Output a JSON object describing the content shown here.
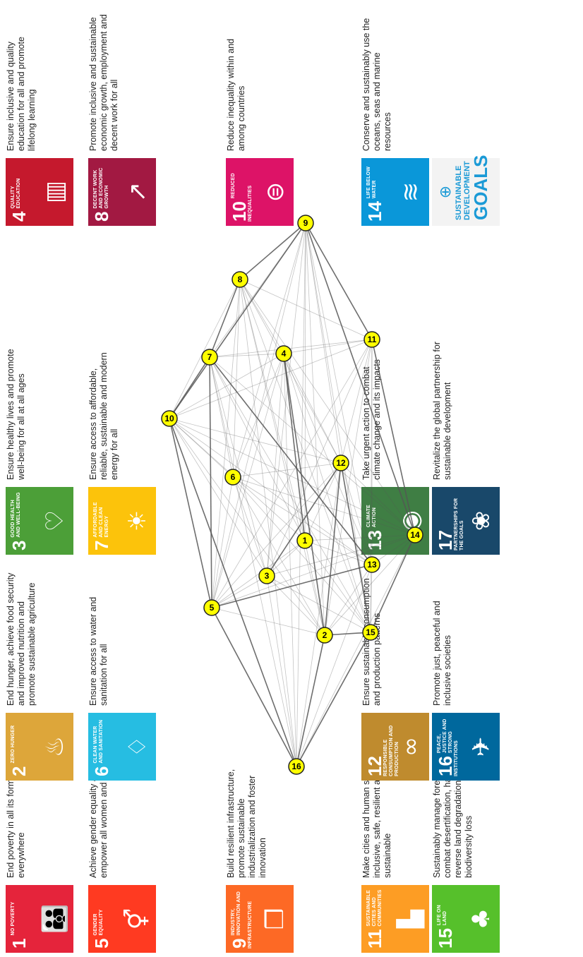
{
  "goals": [
    {
      "num": "1",
      "label": "No Poverty",
      "icon": "people-icon",
      "color": "#e5243b",
      "desc": "End poverty in all its forms everywhere"
    },
    {
      "num": "2",
      "label": "Zero Hunger",
      "icon": "bowl-icon",
      "color": "#dda63a",
      "desc": "End hunger, achieve food security and improved nutrition and promote sustainable agriculture"
    },
    {
      "num": "3",
      "label": "Good Health and Well-Being",
      "icon": "heartbeat-icon",
      "color": "#4c9f38",
      "desc": "Ensure healthy lives and promote well-being for all at all ages"
    },
    {
      "num": "4",
      "label": "Quality Education",
      "icon": "book-icon",
      "color": "#c5192d",
      "desc": "Ensure inclusive and quality education for all and promote lifelong learning"
    },
    {
      "num": "5",
      "label": "Gender Equality",
      "icon": "gender-icon",
      "color": "#ff3a21",
      "desc": "Achieve gender equality and empower all women and girls"
    },
    {
      "num": "6",
      "label": "Clean Water and Sanitation",
      "icon": "water-icon",
      "color": "#26bde2",
      "desc": "Ensure access to water and sanitation for all"
    },
    {
      "num": "7",
      "label": "Affordable and Clean Energy",
      "icon": "sun-icon",
      "color": "#fcc30b",
      "desc": "Ensure access to affordable, reliable, sustainable and modern energy for all"
    },
    {
      "num": "8",
      "label": "Decent Work and Economic Growth",
      "icon": "growth-chart-icon",
      "color": "#a21942",
      "desc": "Promote inclusive and sustainable economic growth, employment and decent work for all"
    },
    {
      "num": "9",
      "label": "Industry, Innovation and Infrastructure",
      "icon": "cubes-icon",
      "color": "#fd6925",
      "desc": "Build resilient infrastructure, promote sustainable industrialization and foster innovation"
    },
    {
      "num": "10",
      "label": "Reduced Inequalities",
      "icon": "equal-icon",
      "color": "#dd1367",
      "desc": "Reduce inequality within and among countries"
    },
    {
      "num": "11",
      "label": "Sustainable Cities and Communities",
      "icon": "city-icon",
      "color": "#fd9d24",
      "desc": "Make cities and human settlements inclusive, safe, resilient and sustainable"
    },
    {
      "num": "12",
      "label": "Responsible Consumption and Production",
      "icon": "infinity-icon",
      "color": "#bf8b2e",
      "desc": "Ensure sustainable consumption and production patterns"
    },
    {
      "num": "13",
      "label": "Climate Action",
      "icon": "eye-globe-icon",
      "color": "#3f7e44",
      "desc": "Take urgent action to combat climate change and its impacts"
    },
    {
      "num": "14",
      "label": "Life Below Water",
      "icon": "fish-icon",
      "color": "#0a97d9",
      "desc": "Conserve and sustainably use the oceans, seas and marine resources"
    },
    {
      "num": "15",
      "label": "Life on Land",
      "icon": "tree-icon",
      "color": "#56c02b",
      "desc": "Sustainably manage forests, combat desertification, halt and reverse land degradation, halt biodiversity loss"
    },
    {
      "num": "16",
      "label": "Peace, Justice and Strong Institutions",
      "icon": "dove-icon",
      "color": "#00689d",
      "desc": "Promote just, peaceful and inclusive societies"
    },
    {
      "num": "17",
      "label": "Partnerships for the Goals",
      "icon": "rings-icon",
      "color": "#19486a",
      "desc": "Revitalize the global partnership for sustainable development"
    }
  ],
  "logo": {
    "line1": "SUSTAINABLE",
    "line2": "DEVELOPMENT",
    "line3": "GOALS",
    "icon": "un-emblem-icon"
  },
  "network": {
    "nodes": [
      "1",
      "2",
      "3",
      "4",
      "5",
      "6",
      "7",
      "8",
      "9",
      "10",
      "11",
      "12",
      "13",
      "14",
      "15",
      "16"
    ],
    "node_color": "#ffff00",
    "edge_color": "#555555"
  }
}
